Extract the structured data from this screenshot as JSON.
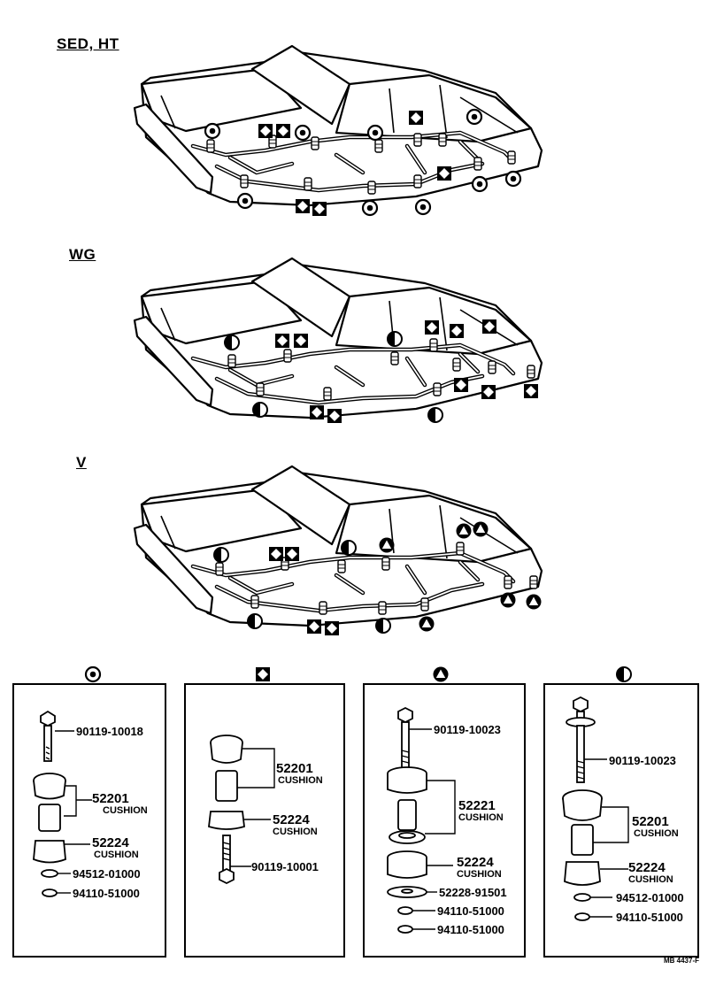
{
  "views": [
    {
      "id": "sed",
      "label": "SED, HT"
    },
    {
      "id": "wg",
      "label": "WG"
    },
    {
      "id": "v",
      "label": "V"
    }
  ],
  "kits": [
    {
      "id": "k1",
      "symbol": "circle-ring-icon",
      "parts": [
        {
          "number": "90119-10018"
        },
        {
          "number": "52201",
          "desc": "CUSHION"
        },
        {
          "number": "52224",
          "desc": "CUSHION"
        },
        {
          "number": "94512-01000"
        },
        {
          "number": "94110-51000"
        }
      ]
    },
    {
      "id": "k2",
      "symbol": "diamond-in-square-icon",
      "parts": [
        {
          "number": "52201",
          "desc": "CUSHION"
        },
        {
          "number": "52224",
          "desc": "CUSHION"
        },
        {
          "number": "90119-10001"
        }
      ]
    },
    {
      "id": "k3",
      "symbol": "triangle-in-circle-icon",
      "parts": [
        {
          "number": "90119-10023"
        },
        {
          "number": "52221",
          "desc": "CUSHION"
        },
        {
          "number": "52224",
          "desc": "CUSHION"
        },
        {
          "number": "52228-91501"
        },
        {
          "number": "94110-51000"
        },
        {
          "number": "94110-51000"
        }
      ]
    },
    {
      "id": "k4",
      "symbol": "half-circle-icon",
      "parts": [
        {
          "number": "90119-10023"
        },
        {
          "number": "52201",
          "desc": "CUSHION"
        },
        {
          "number": "52224",
          "desc": "CUSHION"
        },
        {
          "number": "94512-01000"
        },
        {
          "number": "94110-51000"
        }
      ]
    }
  ],
  "figure_code": "MB 4437-F"
}
